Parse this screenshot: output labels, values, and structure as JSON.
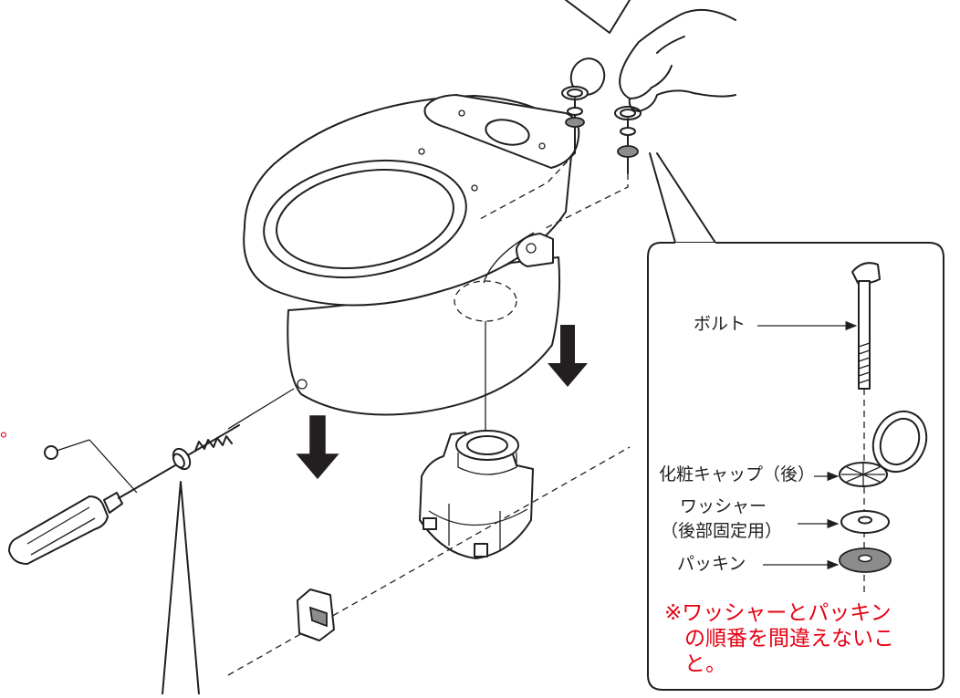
{
  "detail": {
    "bolt_label": "ボルト",
    "cap_label": "化粧キャップ（後）",
    "washer_label_line1": "ワッシャー",
    "washer_label_line2": "（後部固定用）",
    "packing_label": "パッキン"
  },
  "warning": {
    "line1": "※ワッシャーとパッキン",
    "line2": "の順番を間違えないこ",
    "line3": "と。"
  },
  "edge_fragment": "。",
  "colors": {
    "warning_text": "#e60012",
    "line_art": "#231f20",
    "packing": "#8c8c8c"
  }
}
